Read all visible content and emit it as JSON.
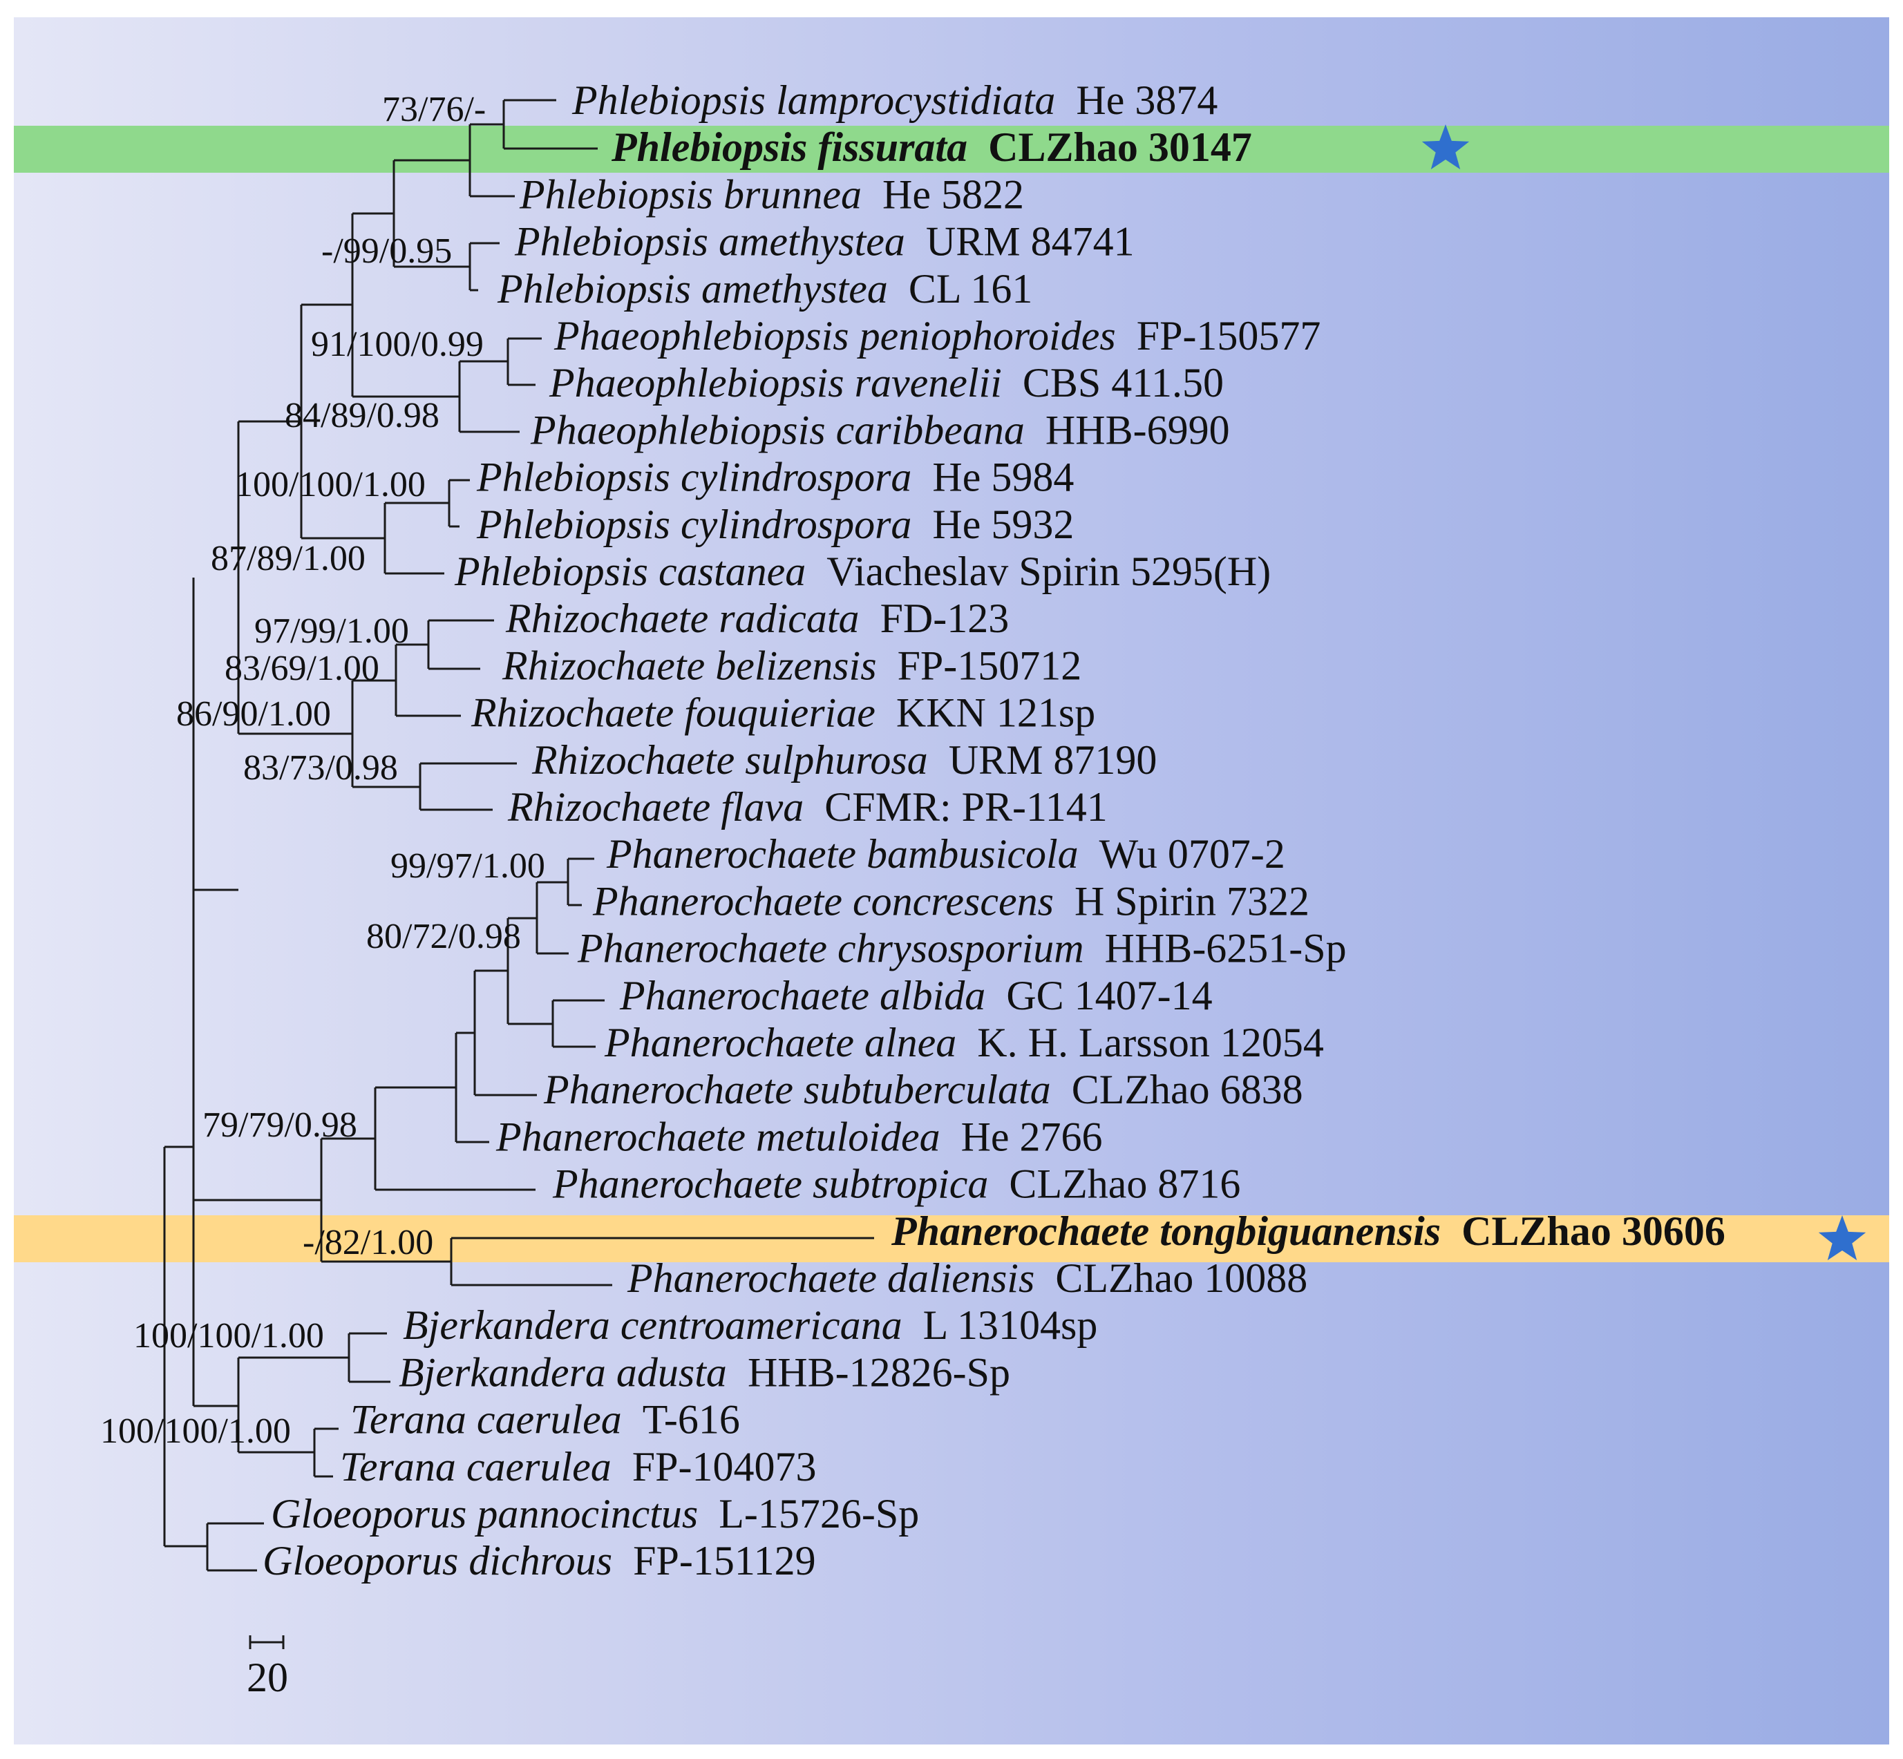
{
  "taxa": [
    {
      "species": "Phlebiopsis lamprocystidiata",
      "voucher": "He 3874"
    },
    {
      "species": "Phlebiopsis fissurata",
      "voucher": "CLZhao 30147",
      "highlight": true,
      "highlight_color": "#8fd98c",
      "star": true
    },
    {
      "species": "Phlebiopsis brunnea",
      "voucher": "He 5822"
    },
    {
      "species": "Phlebiopsis amethystea",
      "voucher": "URM 84741"
    },
    {
      "species": "Phlebiopsis amethystea",
      "voucher": "CL 161"
    },
    {
      "species": "Phaeophlebiopsis peniophoroides",
      "voucher": "FP-150577"
    },
    {
      "species": "Phaeophlebiopsis ravenelii",
      "voucher": "CBS 411.50"
    },
    {
      "species": "Phaeophlebiopsis caribbeana",
      "voucher": "HHB-6990"
    },
    {
      "species": "Phlebiopsis cylindrospora",
      "voucher": "He 5984"
    },
    {
      "species": "Phlebiopsis cylindrospora",
      "voucher": "He 5932"
    },
    {
      "species": "Phlebiopsis castanea",
      "voucher": "Viacheslav Spirin 5295(H)"
    },
    {
      "species": "Rhizochaete radicata",
      "voucher": "FD-123"
    },
    {
      "species": "Rhizochaete belizensis",
      "voucher": "FP-150712"
    },
    {
      "species": "Rhizochaete fouquieriae",
      "voucher": "KKN 121sp"
    },
    {
      "species": "Rhizochaete sulphurosa",
      "voucher": "URM 87190"
    },
    {
      "species": "Rhizochaete flava",
      "voucher": "CFMR: PR-1141"
    },
    {
      "species": "Phanerochaete bambusicola",
      "voucher": "Wu 0707-2"
    },
    {
      "species": "Phanerochaete concrescens",
      "voucher": "H Spirin 7322"
    },
    {
      "species": "Phanerochaete chrysosporium",
      "voucher": "HHB-6251-Sp"
    },
    {
      "species": "Phanerochaete albida",
      "voucher": "GC 1407-14"
    },
    {
      "species": "Phanerochaete alnea",
      "voucher": "K. H. Larsson 12054"
    },
    {
      "species": "Phanerochaete subtuberculata",
      "voucher": "CLZhao 6838"
    },
    {
      "species": "Phanerochaete metuloidea",
      "voucher": "He 2766"
    },
    {
      "species": "Phanerochaete subtropica",
      "voucher": "CLZhao 8716"
    },
    {
      "species": "Phanerochaete tongbiguanensis",
      "voucher": "CLZhao 30606",
      "highlight": true,
      "highlight_color": "#ffd98a",
      "star": true
    },
    {
      "species": "Phanerochaete daliensis",
      "voucher": "CLZhao 10088"
    },
    {
      "species": "Bjerkandera centroamericana",
      "voucher": "L 13104sp"
    },
    {
      "species": "Bjerkandera adusta",
      "voucher": "HHB-12826-Sp"
    },
    {
      "species": "Terana caerulea",
      "voucher": "T-616"
    },
    {
      "species": "Terana caerulea",
      "voucher": "FP-104073"
    },
    {
      "species": "Gloeoporus pannocinctus",
      "voucher": "L-15726-Sp"
    },
    {
      "species": "Gloeoporus dichrous",
      "voucher": "FP-151129"
    }
  ],
  "support_values": [
    "73/76/-",
    "-/99/0.95",
    "91/100/0.99",
    "84/89/0.98",
    "100/100/1.00",
    "87/89/1.00",
    "97/99/1.00",
    "83/69/1.00",
    "86/90/1.00",
    "83/73/0.98",
    "99/97/1.00",
    "80/72/0.98",
    "79/79/0.98",
    "-/82/1.00",
    "100/100/1.00",
    "100/100/1.00"
  ],
  "scale_bar": {
    "label": "20",
    "value": 20
  },
  "colors": {
    "star": "#2f6fce",
    "branch": "#1a1a1a"
  },
  "icons": {
    "marker": "star-icon"
  }
}
